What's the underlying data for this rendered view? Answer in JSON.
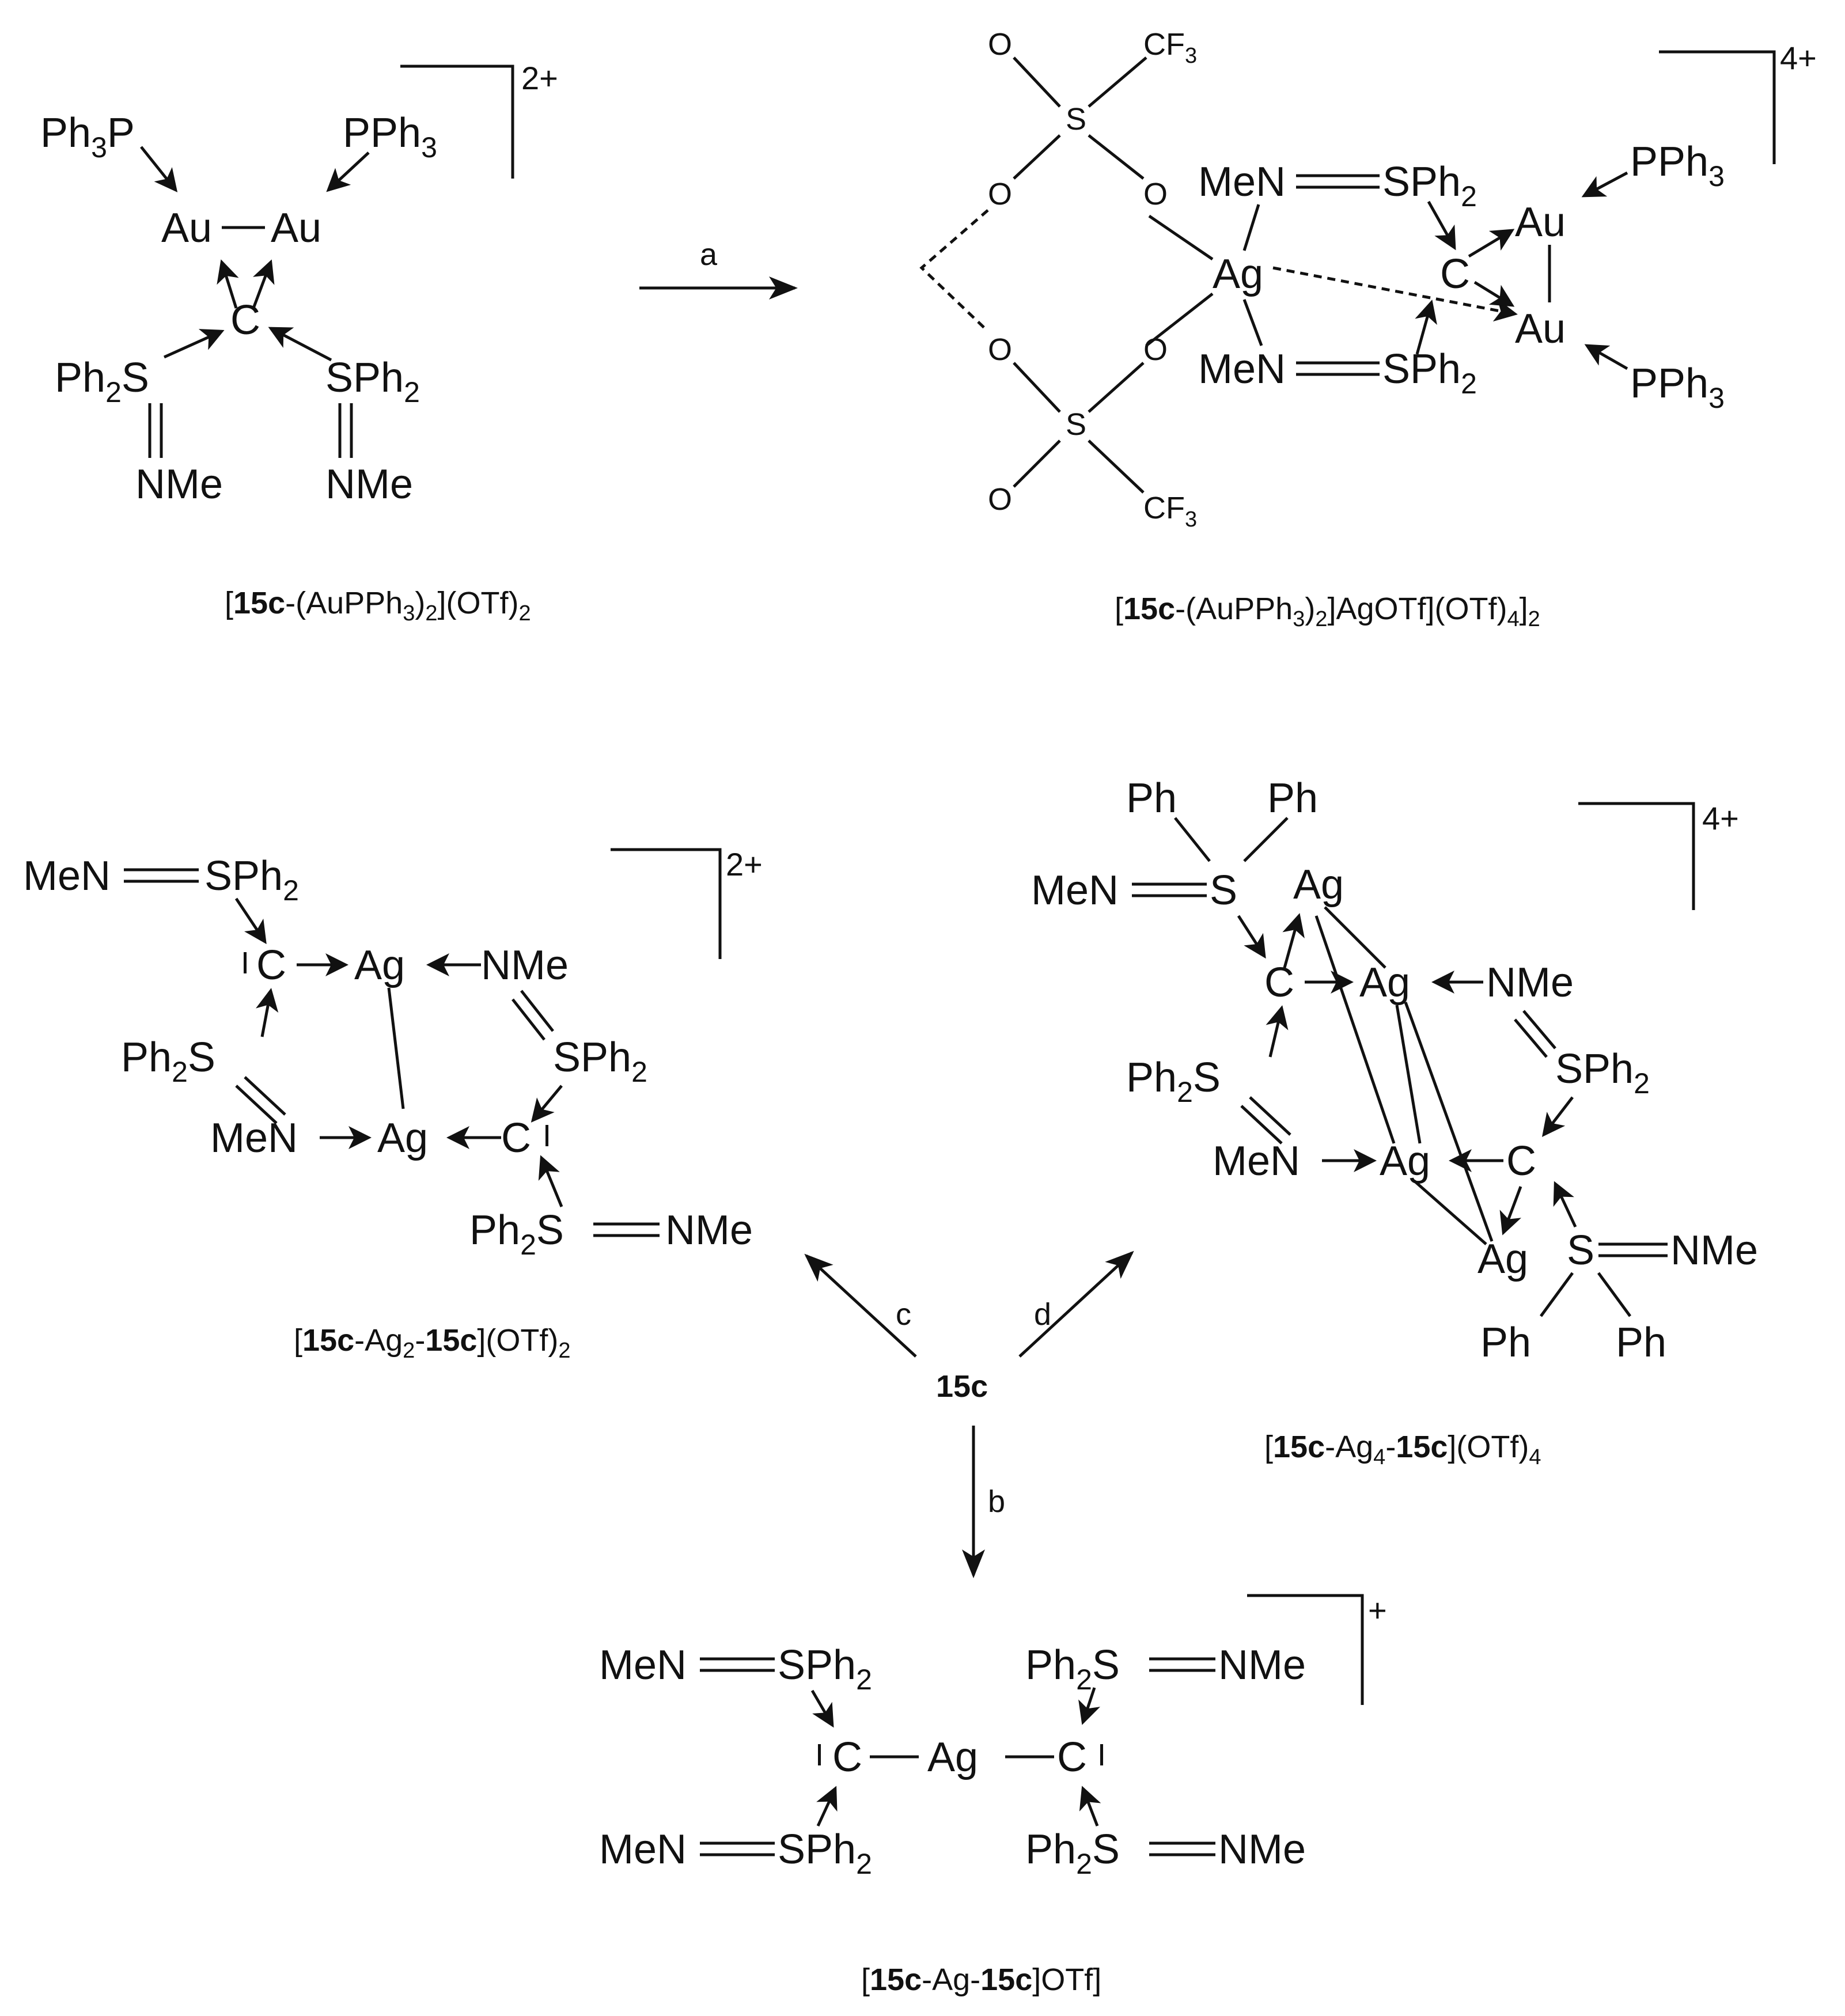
{
  "steps": {
    "a": "a",
    "b": "b",
    "c": "c",
    "d": "d"
  },
  "charges": {
    "gold_dimer": "2+",
    "silver_gold": "4+",
    "ag2": "2+",
    "ag4": "4+",
    "ag1": "+"
  },
  "start_compound": "15c",
  "compounds": {
    "gold_dimer": {
      "label_parts": [
        "[",
        "15c",
        "-(AuPPh",
        "3",
        ")",
        "2",
        "](OTf)",
        "2"
      ]
    },
    "silver_gold": {
      "label_parts": [
        "[",
        "15c",
        "-(AuPPh",
        "3",
        ")",
        "2",
        "]AgOTf](OTf)",
        "4",
        "]",
        "2"
      ]
    },
    "ag2": {
      "label_parts": [
        "[",
        "15c",
        "-Ag",
        "2",
        "-",
        "15c",
        "](OTf)",
        "2"
      ]
    },
    "ag4": {
      "label_parts": [
        "[",
        "15c",
        "-Ag",
        "4",
        "-",
        "15c",
        "](OTf)",
        "4"
      ]
    },
    "ag1": {
      "label_parts": [
        "[",
        "15c",
        "-Ag-",
        "15c",
        "]OTf]"
      ]
    }
  },
  "atoms": {
    "Ph": "Ph",
    "Ph3P": "Ph",
    "P": "P",
    "PPh": "PPh",
    "sub3": "3",
    "sub2": "2",
    "Au": "Au",
    "Ag": "Ag",
    "C": "C",
    "S": "S",
    "SPh": "SPh",
    "NMe": "NMe",
    "MeN": "MeN",
    "O": "O",
    "CF": "CF",
    "I": "I"
  }
}
